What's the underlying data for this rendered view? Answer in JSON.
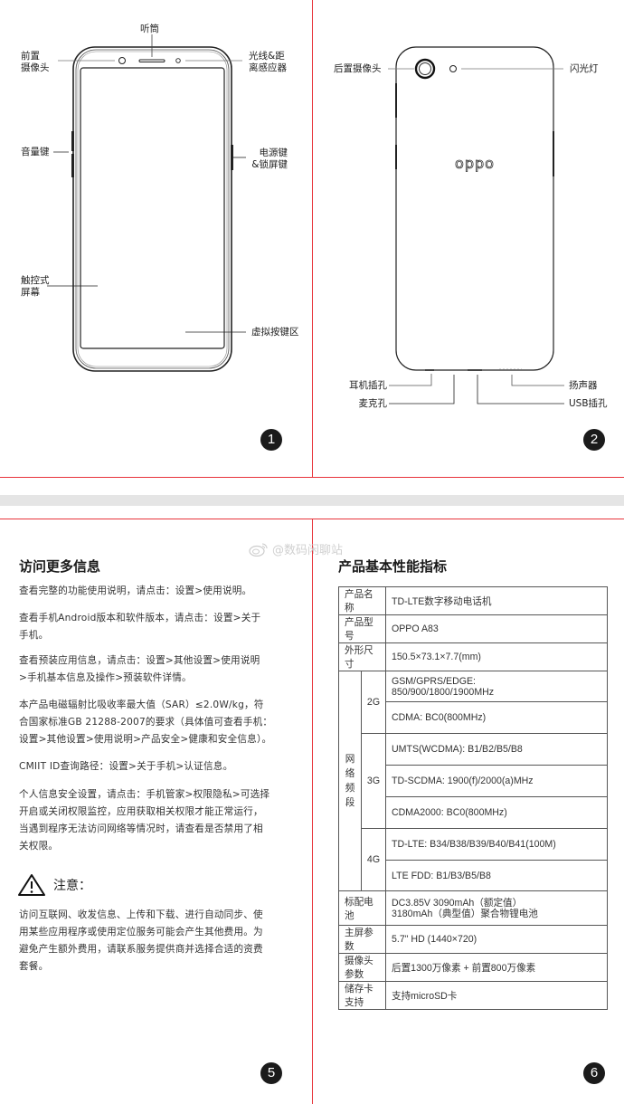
{
  "page1": {
    "labels": {
      "earpiece": "听筒",
      "front_camera": [
        "前置",
        "摄像头"
      ],
      "light_proximity_sensor": [
        "光线&距",
        "离感应器"
      ],
      "volume_key": "音量键",
      "power_lock_key": [
        "电源键",
        "&锁屏键"
      ],
      "touch_screen": [
        "触控式",
        "屏幕"
      ],
      "virtual_keys": "虚拟按键区"
    },
    "page_number": "1"
  },
  "page2": {
    "labels": {
      "rear_camera": "后置摄像头",
      "flash": "闪光灯",
      "brand_logo": "oppo",
      "headphone_jack": "耳机插孔",
      "microphone": "麦克孔",
      "speaker": "扬声器",
      "usb_port": "USB插孔"
    },
    "page_number": "2"
  },
  "page5": {
    "title": "访问更多信息",
    "paragraphs": [
      [
        "查看完整的功能使用说明，请点击：设置>使用说明。"
      ],
      [
        "查看手机Android版本和软件版本，请点击：设置>关于",
        "手机。"
      ],
      [
        "查看预装应用信息，请点击：设置>其他设置>使用说明",
        ">手机基本信息及操作>预装软件详情。"
      ],
      [
        "本产品电磁辐射比吸收率最大值（SAR）≤2.0W/kg，符",
        "合国家标准GB 21288-2007的要求（具体值可查看手机：",
        "设置>其他设置>使用说明>产品安全>健康和安全信息）。"
      ],
      [
        "CMIIT ID查询路径：设置>关于手机>认证信息。"
      ],
      [
        "个人信息安全设置，请点击：手机管家>权限隐私>可选择",
        "开启或关闭权限监控，应用获取相关权限才能正常运行，",
        "当遇到程序无法访问网络等情况时，请查看是否禁用了相",
        "关权限。"
      ]
    ],
    "notice": {
      "icon": "warning-triangle-icon",
      "title": "注意：",
      "lines": [
        "访问互联网、收发信息、上传和下载、进行自动同步、使",
        "用某些应用程序或使用定位服务可能会产生其他费用。为",
        "避免产生额外费用，请联系服务提供商并选择合适的资费",
        "套餐。"
      ]
    },
    "page_number": "5"
  },
  "watermark": "@数码闲聊站",
  "page6": {
    "title": "产品基本性能指标",
    "spec_table": {
      "product_name": {
        "key": "产品名称",
        "value": "TD-LTE数字移动电话机"
      },
      "model": {
        "key": "产品型号",
        "value": "OPPO A83"
      },
      "dimensions": {
        "key": "外形尺寸",
        "value": "150.5×73.1×7.7(mm)"
      },
      "network": {
        "key_chars": [
          "网",
          "络",
          "频",
          "段"
        ],
        "g2": {
          "label": "2G",
          "rows": [
            [
              "GSM/GPRS/EDGE:",
              "850/900/1800/1900MHz"
            ],
            [
              "CDMA: BC0(800MHz)"
            ]
          ]
        },
        "g3": {
          "label": "3G",
          "rows": [
            "UMTS(WCDMA): B1/B2/B5/B8",
            "TD-SCDMA: 1900(f)/2000(a)MHz",
            "CDMA2000: BC0(800MHz)"
          ]
        },
        "g4": {
          "label": "4G",
          "rows": [
            "TD-LTE: B34/B38/B39/B40/B41(100M)",
            "LTE FDD: B1/B3/B5/B8"
          ]
        }
      },
      "battery": {
        "key": "标配电池",
        "value": [
          "DC3.85V 3090mAh（额定值）",
          "3180mAh（典型值）聚合物锂电池"
        ]
      },
      "screen": {
        "key": "主屏参数",
        "value": "5.7\" HD (1440×720)"
      },
      "camera": {
        "key": "摄像头参数",
        "value": "后置1300万像素 + 前置800万像素"
      },
      "storage": {
        "key": "储存卡支持",
        "value": "支持microSD卡"
      }
    },
    "page_number": "6"
  },
  "colors": {
    "divider_red": "#e8343b",
    "gap_gray": "#e5e5e5",
    "page_badge": "#1b1b1b"
  }
}
